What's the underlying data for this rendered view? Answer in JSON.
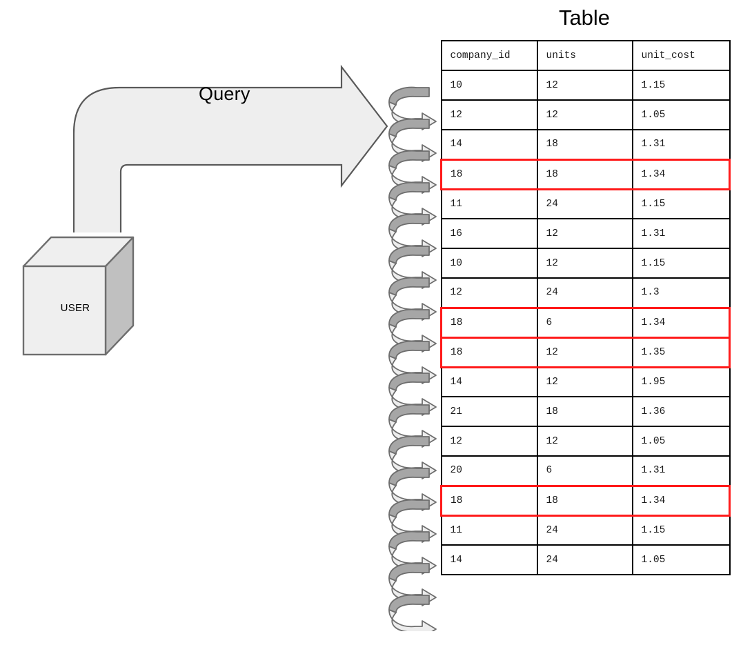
{
  "flow": {
    "arrow_label": "Query",
    "arrow_icon": "curved-block-arrow-icon",
    "source_label": "USER",
    "source_icon": "cube-3d-icon",
    "connector_icon": "coil-spiral-arrow-icon",
    "coil_loop_count": 17
  },
  "table_panel": {
    "title": "Table"
  },
  "chart_data": {
    "type": "table",
    "title": "Table",
    "columns": [
      "company_id",
      "units",
      "unit_cost"
    ],
    "rows": [
      {
        "company_id": "10",
        "units": "12",
        "unit_cost": "1.15",
        "highlight": false
      },
      {
        "company_id": "12",
        "units": "12",
        "unit_cost": "1.05",
        "highlight": false
      },
      {
        "company_id": "14",
        "units": "18",
        "unit_cost": "1.31",
        "highlight": false
      },
      {
        "company_id": "18",
        "units": "18",
        "unit_cost": "1.34",
        "highlight": true
      },
      {
        "company_id": "11",
        "units": "24",
        "unit_cost": "1.15",
        "highlight": false
      },
      {
        "company_id": "16",
        "units": "12",
        "unit_cost": "1.31",
        "highlight": false
      },
      {
        "company_id": "10",
        "units": "12",
        "unit_cost": "1.15",
        "highlight": false
      },
      {
        "company_id": "12",
        "units": "24",
        "unit_cost": "1.3",
        "highlight": false
      },
      {
        "company_id": "18",
        "units": "6",
        "unit_cost": "1.34",
        "highlight": true
      },
      {
        "company_id": "18",
        "units": "12",
        "unit_cost": "1.35",
        "highlight": true
      },
      {
        "company_id": "14",
        "units": "12",
        "unit_cost": "1.95",
        "highlight": false
      },
      {
        "company_id": "21",
        "units": "18",
        "unit_cost": "1.36",
        "highlight": false
      },
      {
        "company_id": "12",
        "units": "12",
        "unit_cost": "1.05",
        "highlight": false
      },
      {
        "company_id": "20",
        "units": "6",
        "unit_cost": "1.31",
        "highlight": false
      },
      {
        "company_id": "18",
        "units": "18",
        "unit_cost": "1.34",
        "highlight": true
      },
      {
        "company_id": "11",
        "units": "24",
        "unit_cost": "1.15",
        "highlight": false
      },
      {
        "company_id": "14",
        "units": "24",
        "unit_cost": "1.05",
        "highlight": false
      }
    ]
  },
  "colors": {
    "highlight": "#ff1a1a",
    "shape_fill": "#eeeeee",
    "shape_stroke": "#595959",
    "cube_side": "#c0c0c0",
    "coil_dark": "#a6a6a6",
    "coil_light": "#ededed",
    "table_border": "#000000",
    "text": "#000000"
  }
}
